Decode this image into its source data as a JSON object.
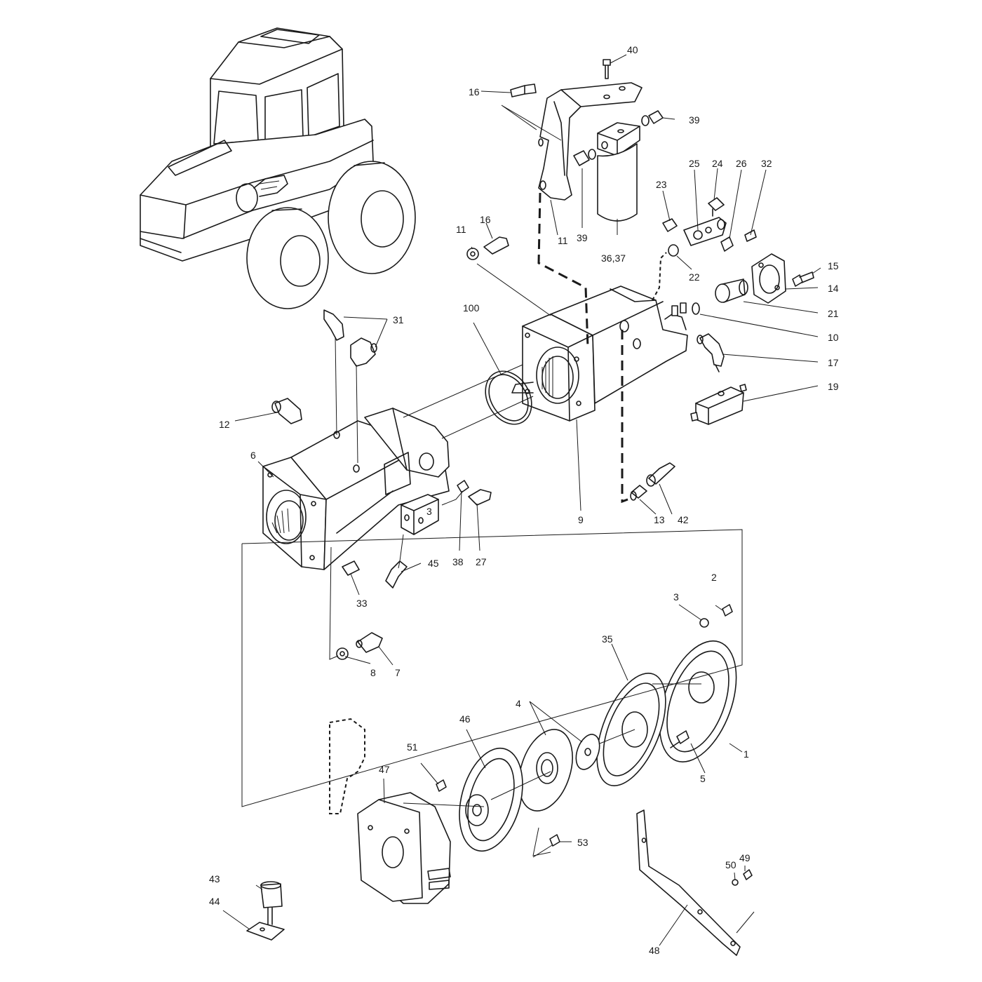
{
  "labels": {
    "p1": "1",
    "p2": "2",
    "p3a": "3",
    "p3b": "3",
    "p4": "4",
    "p5": "5",
    "p6": "6",
    "p7": "7",
    "p8": "8",
    "p9": "9",
    "p10": "10",
    "p11a": "11",
    "p11b": "11",
    "p12": "12",
    "p13": "13",
    "p14": "14",
    "p15": "15",
    "p16a": "16",
    "p16b": "16",
    "p17": "17",
    "p19": "19",
    "p21": "21",
    "p22": "22",
    "p23": "23",
    "p24": "24",
    "p25": "25",
    "p26": "26",
    "p27": "27",
    "p31": "31",
    "p32": "32",
    "p33": "33",
    "p35": "35",
    "p3637": "36,37",
    "p38": "38",
    "p39a": "39",
    "p39b": "39",
    "p40": "40",
    "p42": "42",
    "p43": "43",
    "p44": "44",
    "p45": "45",
    "p46": "46",
    "p47": "47",
    "p48": "48",
    "p49": "49",
    "p50": "50",
    "p51": "51",
    "p53": "53",
    "p100": "100"
  },
  "colors": {
    "ink": "#1a1a1a",
    "paper": "#ffffff"
  }
}
